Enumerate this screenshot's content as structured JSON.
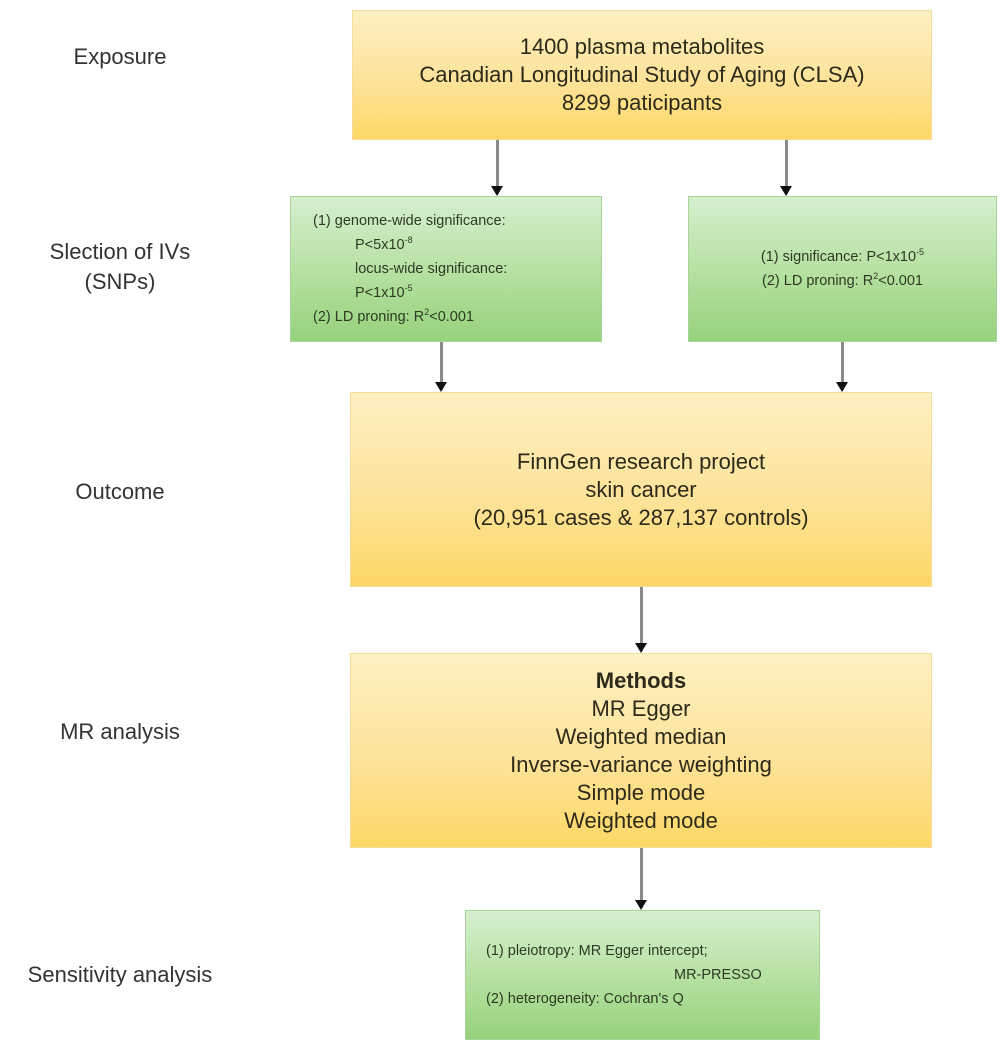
{
  "stages": {
    "exposure": "Exposure",
    "selection": [
      "Slection of IVs",
      "(SNPs)"
    ],
    "outcome": "Outcome",
    "mr_analysis": "MR analysis",
    "sensitivity": "Sensitivity analysis"
  },
  "exposure_box": {
    "lines": [
      "1400 plasma metabolites",
      "Canadian Longitudinal Study of Aging (CLSA)",
      "8299 paticipants"
    ]
  },
  "selection_left": {
    "line1": "(1) genome-wide significance:",
    "line2_base": "P<5x10",
    "line2_exp": "-8",
    "line3": "locus-wide significance:",
    "line4_base": "P<1x10",
    "line4_exp": "-5",
    "line5_base": "(2) LD proning: R",
    "line5_exp": "2",
    "line5_tail": "<0.001"
  },
  "selection_right": {
    "line1_base": "(1) significance: P<1x10",
    "line1_exp": "-5",
    "line2_base": "(2) LD proning: R",
    "line2_exp": "2",
    "line2_tail": "<0.001"
  },
  "outcome_box": {
    "lines": [
      "FinnGen research project",
      "skin cancer",
      "(20,951 cases & 287,137 controls)"
    ]
  },
  "methods_box": {
    "title": "Methods",
    "items": [
      "MR Egger",
      "Weighted median",
      "Inverse-variance weighting",
      "Simple mode",
      "Weighted mode"
    ]
  },
  "sensitivity_box": {
    "line1": "(1) pleiotropy: MR Egger  intercept;",
    "line2": "MR-PRESSO",
    "line3": "(2) heterogeneity: Cochran's Q"
  },
  "colors": {
    "yellow_box": "#fde39a",
    "green_box": "#b4e09f",
    "arrow": "#8a8a8a",
    "arrow_head": "#111111"
  }
}
